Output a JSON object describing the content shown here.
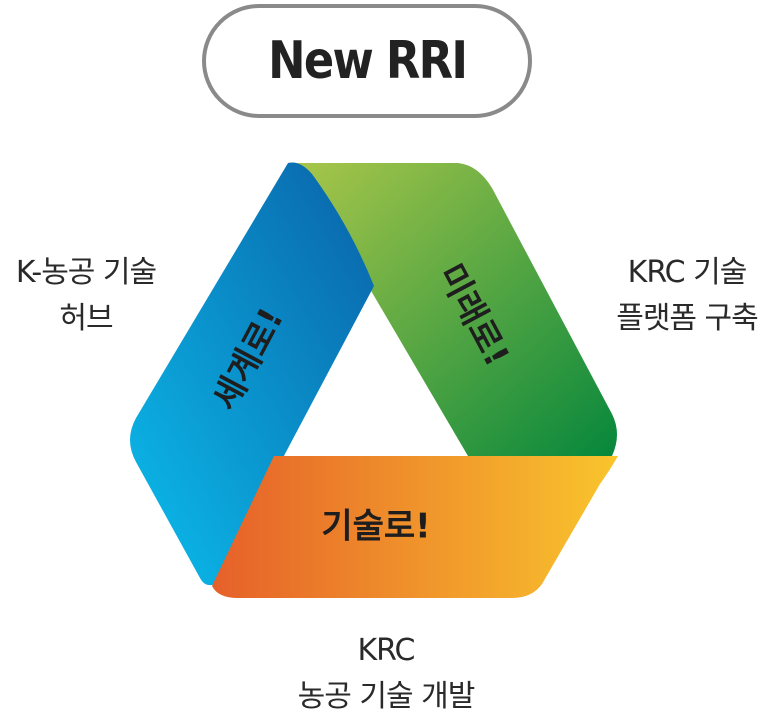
{
  "title": "New RRI",
  "bands": {
    "left": "세계로!",
    "right": "미래로!",
    "bottom": "기술로!"
  },
  "labels": {
    "left": [
      "K-농공 기술",
      "허브"
    ],
    "right": [
      "KRC 기술",
      "플랫폼 구축"
    ],
    "bottom": [
      "KRC",
      "농공 기술 개발"
    ]
  },
  "colors": {
    "blue_light": "#0bb8ea",
    "blue_dark": "#0a6fb0",
    "green_light": "#a2c449",
    "green_dark": "#06893d",
    "orange_left": "#e6602a",
    "orange_right": "#f9c22c",
    "pill_border": "#8a8a8a"
  }
}
